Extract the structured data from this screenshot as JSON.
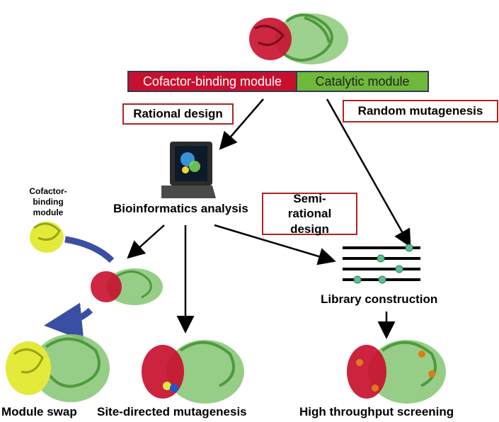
{
  "modules": {
    "cofactor_label": "Cofactor-binding module",
    "catalytic_label": "Catalytic module"
  },
  "strategies": {
    "rational": "Rational design",
    "random": "Random mutagenesis",
    "semi_rational": "Semi-rational design"
  },
  "steps": {
    "bioinformatics": "Bioinformatics analysis",
    "library": "Library construction",
    "cofactor_module": "Cofactor-binding module"
  },
  "outcomes": {
    "module_swap": "Module swap",
    "site_directed": "Site-directed mutagenesis",
    "high_throughput": "High throughput screening"
  },
  "colors": {
    "cofactor_red": "#c8102e",
    "catalytic_green": "#6fb83a",
    "swap_yellow": "#d9e021",
    "arrow_blue": "#3a4fa3",
    "box_border": "#b22222",
    "library_dot": "#5fbf94"
  }
}
